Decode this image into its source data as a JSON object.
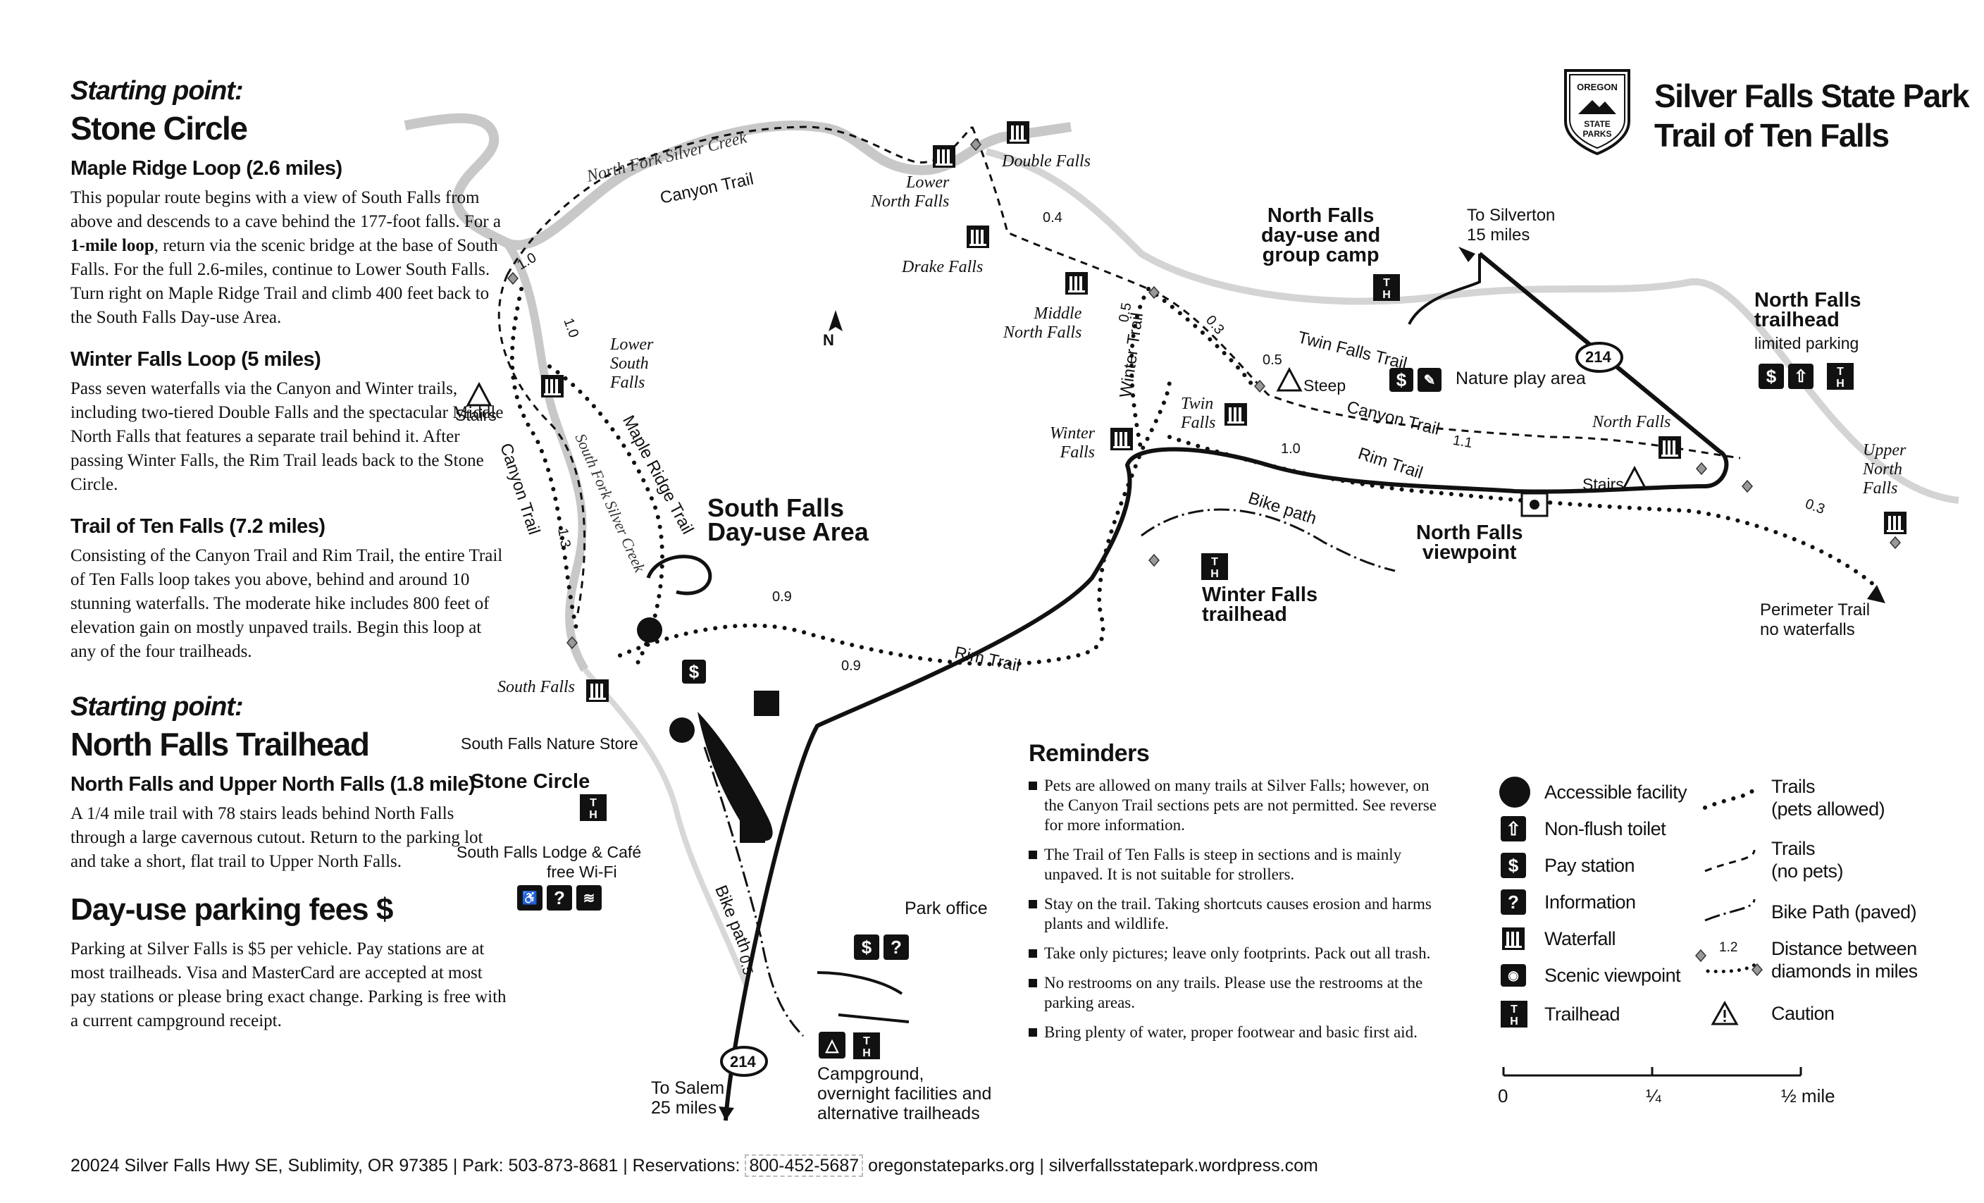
{
  "title": {
    "line1": "Silver Falls State Park",
    "line2": "Trail of Ten Falls",
    "logo": {
      "top": "OREGON",
      "mid": "STATE",
      "bottom": "PARKS"
    }
  },
  "left_col": {
    "start1_label": "Starting point:",
    "start1_name": "Stone Circle",
    "routes": [
      {
        "title": "Maple Ridge Loop (2.6 miles)",
        "body_pre": "This popular route begins with a view of South Falls from above and descends to a cave behind the 177-foot falls. For a ",
        "body_bold": "1-mile loop",
        "body_post": ", return via the scenic bridge at the base of South Falls. For the full 2.6-miles, continue to Lower South Falls. Turn right on Maple Ridge Trail and climb 400 feet back to the South Falls Day-use Area."
      },
      {
        "title": "Winter Falls Loop (5 miles)",
        "body": "Pass seven waterfalls via the Canyon and Winter trails, including two-tiered Double Falls and the spectacular Middle North Falls that features a separate trail behind it. After passing Winter Falls, the Rim Trail leads back to the Stone Circle."
      },
      {
        "title": "Trail of Ten Falls (7.2 miles)",
        "body": "Consisting of the Canyon Trail and Rim Trail, the entire Trail of Ten Falls loop takes you above, behind and around 10 stunning waterfalls. The moderate hike includes 800 feet of elevation gain on mostly unpaved trails. Begin this loop at any of the four trailheads."
      }
    ],
    "start2_label": "Starting point:",
    "start2_name": "North Falls Trailhead",
    "route4": {
      "title": "North Falls and Upper North Falls (1.8 mile)",
      "body_pre": "A ",
      "body_frac": "1/4",
      "body_post": " mile trail with 78 stairs leads behind North Falls through a large cavernous cutout. Return to the parking lot and take a short, flat trail to Upper North Falls."
    },
    "fees_title": "Day-use parking fees",
    "fees_symbol": "$",
    "fees_body": "Parking at Silver Falls is $5 per vehicle. Pay stations are at most trailheads. Visa and MasterCard are accepted at most pay stations or please bring exact change. Parking is free with a current campground receipt."
  },
  "map": {
    "north": "N",
    "creeks": {
      "north_fork": "North Fork Silver Creek",
      "south_fork": "South Fork Silver Creek"
    },
    "trails": {
      "canyon_top": "Canyon Trail",
      "canyon_left": "Canyon Trail",
      "canyon_right": "Canyon Trail",
      "maple_ridge": "Maple Ridge Trail",
      "winter": "Winter Trail",
      "twin_falls": "Twin Falls Trail",
      "rim_center": "Rim Trail",
      "rim_right": "Rim Trail",
      "bike_right": "Bike path",
      "bike_bottom": "Bike path"
    },
    "falls": {
      "double": "Double Falls",
      "lower_north": "Lower\nNorth Falls",
      "drake": "Drake Falls",
      "middle_north": "Middle\nNorth Falls",
      "lower_south": "Lower\nSouth\nFalls",
      "south": "South Falls",
      "winter": "Winter\nFalls",
      "twin": "Twin\nFalls",
      "north": "North Falls",
      "upper_north": "Upper\nNorth\nFalls"
    },
    "places": {
      "south_falls_area": "South Falls\nDay-use Area",
      "north_falls_dayuse": "North Falls\nday-use and\ngroup camp",
      "north_falls_trailhead": "North Falls\ntrailhead",
      "north_falls_trailhead_sub": "limited parking",
      "north_falls_viewpoint": "North Falls\nviewpoint",
      "winter_falls_trailhead": "Winter Falls\ntrailhead",
      "stone_circle": "Stone Circle",
      "nature_store": "South Falls Nature Store",
      "lodge": "South Falls Lodge & Café",
      "wifi": "free Wi-Fi",
      "park_office": "Park office",
      "campground": "Campground,\novernight facilities and\nalternative trailheads",
      "to_salem": "To Salem\n25 miles",
      "to_silverton": "To Silverton\n15 miles",
      "perimeter": "Perimeter Trail\nno waterfalls",
      "nature_play": "Nature play area",
      "stairs_left": "Stairs",
      "stairs_right": "Stairs",
      "steep": "Steep",
      "highway": "214"
    },
    "distances": {
      "d10_top": "1.0",
      "d10_left": "1.0",
      "d04": "0.4",
      "d05_winter": "0.5",
      "d03_mid": "0.3",
      "d05_twin": "0.5",
      "d11": "1.1",
      "d10_rim": "1.0",
      "d13": "1.3",
      "d09_a": "0.9",
      "d09_b": "0.9",
      "d03_right": "0.3",
      "d05_bike": "0.5"
    }
  },
  "reminders": {
    "title": "Reminders",
    "items": [
      "Pets are allowed on many trails at Silver Falls; however, on the Canyon Trail sections pets are not permitted. See reverse for more information.",
      "The Trail of Ten Falls is steep in sections and is mainly unpaved. It is not suitable for strollers.",
      "Stay on the trail. Taking shortcuts causes erosion and harms plants and wildlife.",
      "Take only pictures; leave only footprints. Pack out all trash.",
      "No restrooms on any trails. Please use the restrooms at the parking areas.",
      "Bring plenty of water, proper footwear and basic first aid."
    ]
  },
  "legend": {
    "accessible": "Accessible facility",
    "toilet": "Non-flush toilet",
    "pay": "Pay station",
    "info": "Information",
    "waterfall": "Waterfall",
    "viewpoint": "Scenic viewpoint",
    "trailhead": "Trailhead",
    "trails_pets": "Trails\n(pets allowed)",
    "trails_nopets": "Trails\n(no pets)",
    "bike": "Bike Path (paved)",
    "distance": "Distance between\ndiamonds in miles",
    "distance_sample": "1.2",
    "caution": "Caution"
  },
  "scale": {
    "s0": "0",
    "s1": "¼",
    "s2": "½ mile"
  },
  "footer": {
    "address": "20024 Silver Falls Hwy SE, Sublimity, OR 97385",
    "park": "Park: 503-873-8681",
    "reservations_label": "Reservations:",
    "reservations_phone": "800-452-5687",
    "web1": "oregonstateparks.org",
    "web2": "silverfallsstatepark.wordpress.com"
  },
  "icons": [
    "accessible-icon",
    "toilet-icon",
    "pay-icon",
    "info-icon",
    "waterfall-icon",
    "viewpoint-icon",
    "trailhead-icon",
    "caution-icon",
    "wifi-icon",
    "nature-play-icon",
    "north-arrow-icon"
  ]
}
